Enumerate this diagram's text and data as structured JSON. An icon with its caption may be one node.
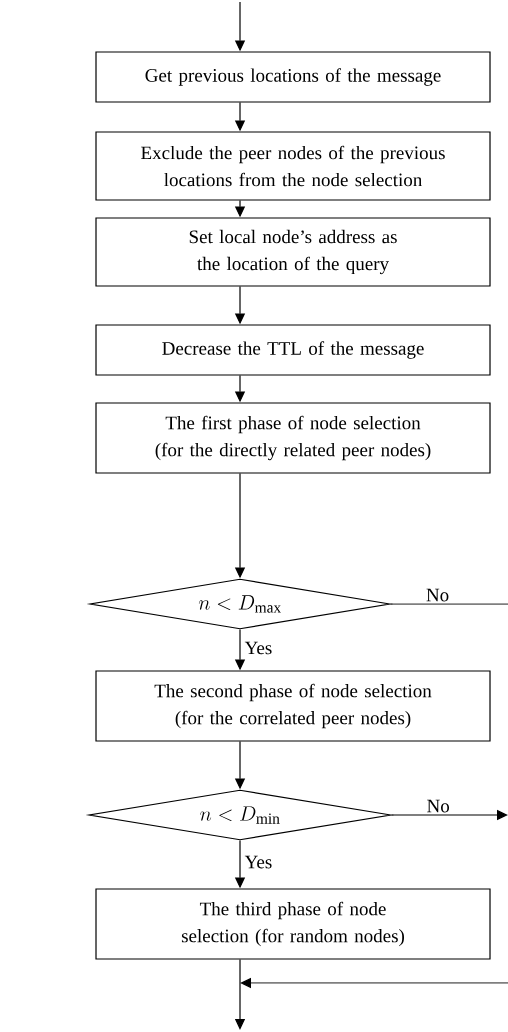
{
  "diagram": {
    "nodes": [
      {
        "text": [
          "Get previous locations of the message"
        ]
      },
      {
        "text": [
          "Exclude the peer nodes of the previous locations from the node selection"
        ]
      },
      {
        "text": [
          "Set local node’s address as the location of the query"
        ]
      },
      {
        "text": [
          "Decrease the TTL of the message"
        ]
      },
      {
        "text": [
          "The first phase of node selection (for the directly related peer nodes)"
        ]
      },
      {
        "text": [
          "n < D_{\\mathrm{max}}"
        ]
      },
      {
        "text": [
          "The second phase of node selection (for the correlated peer nodes)"
        ]
      },
      {
        "text": [
          "n < D_{\\mathrm{min}}"
        ]
      },
      {
        "text": [
          "The third phase of node selection (for random nodes)"
        ]
      }
    ],
    "edges": [
      {
        "from": null,
        "to": 0,
        "arrow": "to"
      },
      {
        "from": 0,
        "to": 1,
        "arrow": "to"
      },
      {
        "from": 1,
        "to": 2,
        "arrow": "to"
      },
      {
        "from": 2,
        "to": 3,
        "arrow": "to"
      },
      {
        "from": 3,
        "to": 4,
        "arrow": "to"
      },
      {
        "from": 4,
        "to": 5,
        "arrow": "to"
      },
      {
        "from": 5,
        "to": null,
        "label": "No",
        "arrow": "none"
      },
      {
        "from": 5,
        "to": 6,
        "label": "Yes",
        "arrow": "to"
      },
      {
        "from": 6,
        "to": 7,
        "arrow": "to"
      },
      {
        "from": 7,
        "to": null,
        "label": "No",
        "arrow": "to"
      },
      {
        "from": 7,
        "to": 8,
        "label": "Yes",
        "arrow": "to"
      },
      {
        "from": 8,
        "to": null,
        "arrow": "to"
      }
    ]
  }
}
